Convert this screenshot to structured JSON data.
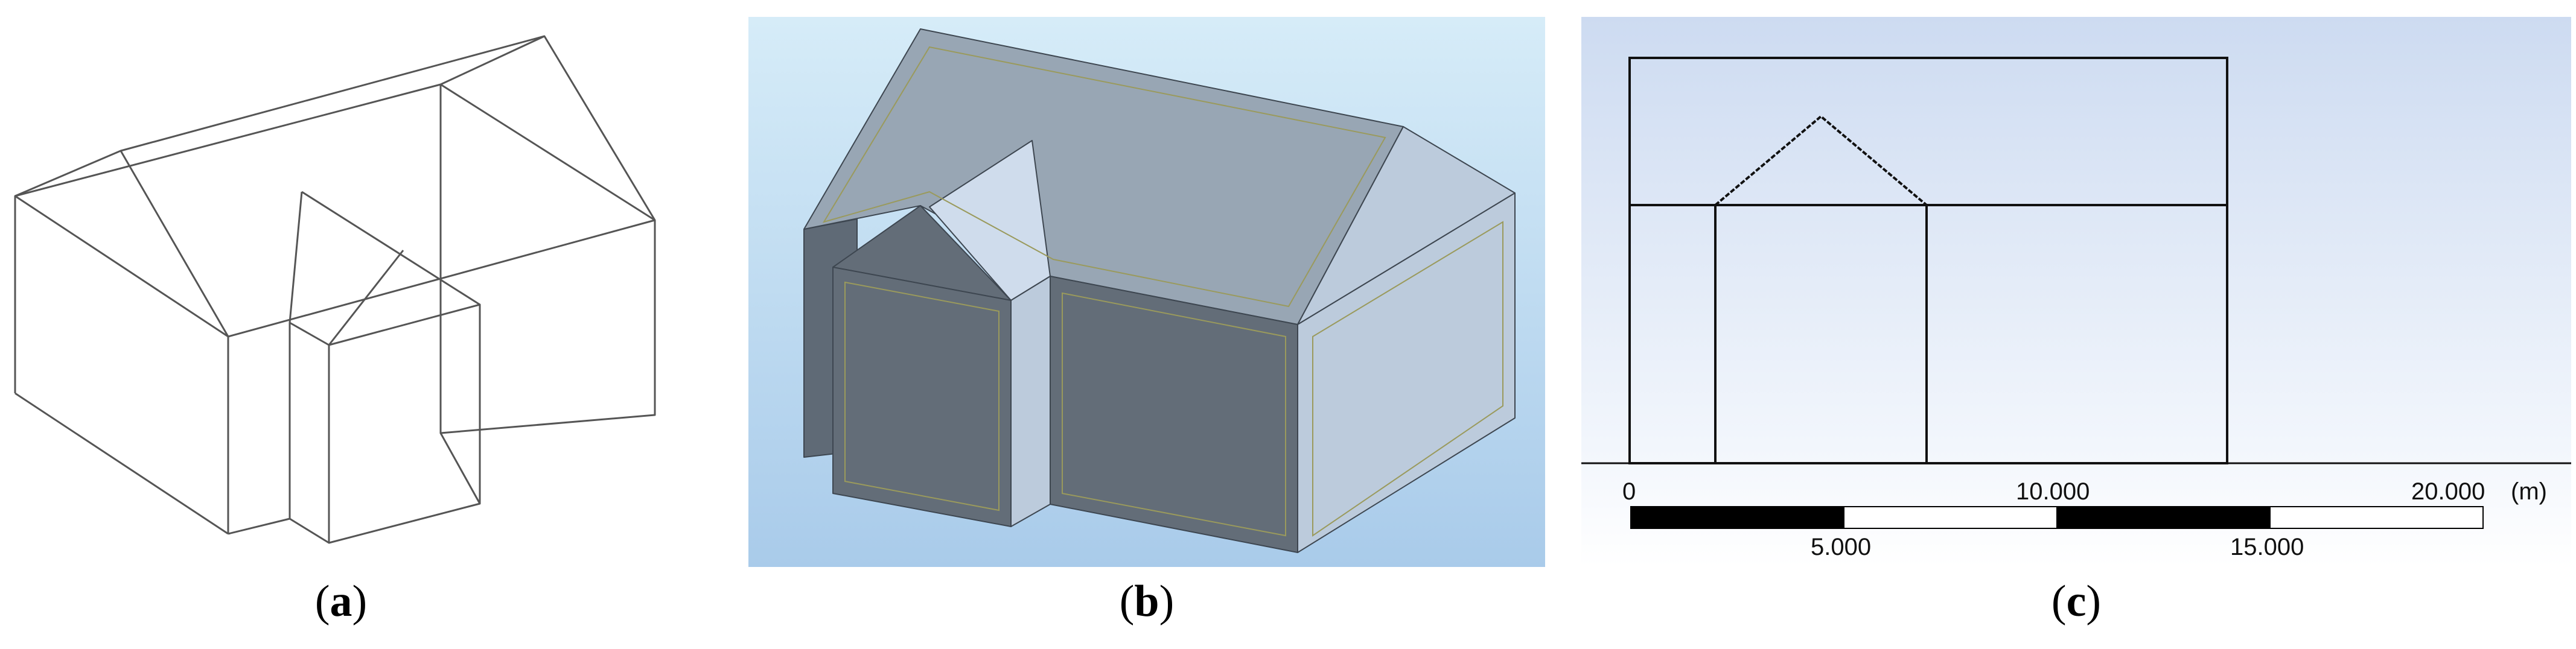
{
  "captions": {
    "a": "a",
    "b": "b",
    "c": "c"
  },
  "panel_c": {
    "scale_top_labels": [
      "0",
      "10.000",
      "20.000"
    ],
    "scale_unit": "(m)",
    "scale_bottom_labels": [
      "5.000",
      "15.000"
    ]
  },
  "colors": {
    "wireframe_line": "#555555",
    "roof_gray": "#98a6b4",
    "dark_wall": "#636d78",
    "light_face": "#bccbdc",
    "pale_face": "#cfdcec",
    "background_b_top": "#d6ecf8",
    "background_b_bottom": "#a9cbea",
    "background_c_top": "#cddbf1",
    "background_c_bottom": "#ffffff"
  }
}
